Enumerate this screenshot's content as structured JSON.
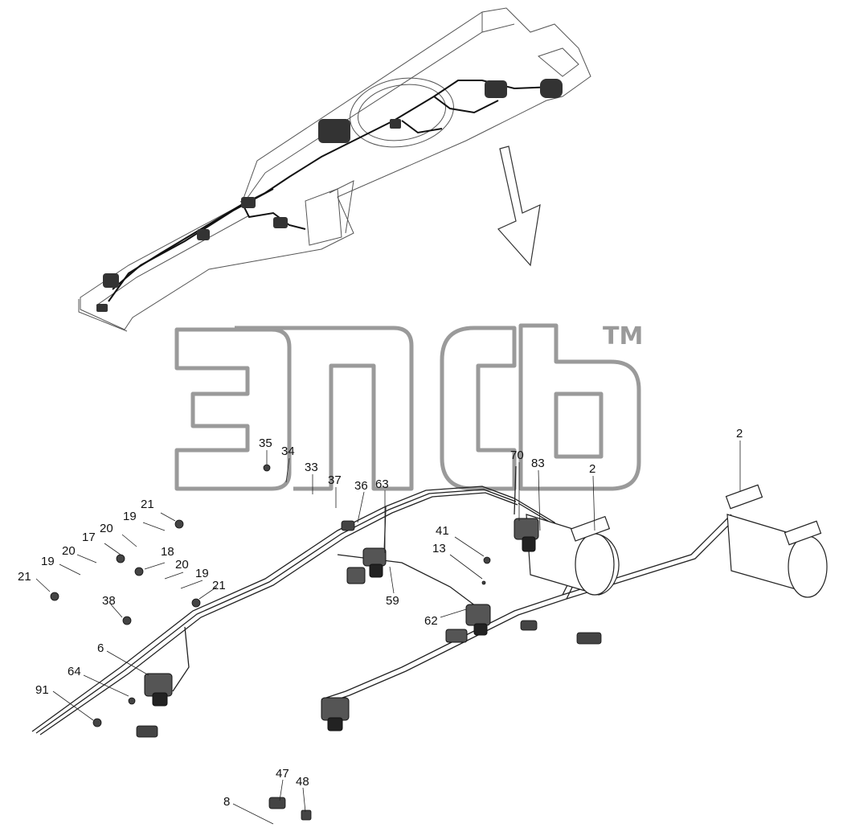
{
  "watermark": {
    "mark": "TM"
  },
  "callouts": [
    {
      "id": "c-35",
      "text": "35"
    },
    {
      "id": "c-34",
      "text": "34"
    },
    {
      "id": "c-33",
      "text": "33"
    },
    {
      "id": "c-37",
      "text": "37"
    },
    {
      "id": "c-36",
      "text": "36"
    },
    {
      "id": "c-63",
      "text": "63"
    },
    {
      "id": "c-70",
      "text": "70"
    },
    {
      "id": "c-83",
      "text": "83"
    },
    {
      "id": "c-2a",
      "text": "2"
    },
    {
      "id": "c-2b",
      "text": "2"
    },
    {
      "id": "c-41",
      "text": "41"
    },
    {
      "id": "c-13",
      "text": "13"
    },
    {
      "id": "c-21a",
      "text": "21"
    },
    {
      "id": "c-19a",
      "text": "19"
    },
    {
      "id": "c-20a",
      "text": "20"
    },
    {
      "id": "c-17",
      "text": "17"
    },
    {
      "id": "c-18",
      "text": "18"
    },
    {
      "id": "c-19b",
      "text": "19"
    },
    {
      "id": "c-20b",
      "text": "20"
    },
    {
      "id": "c-21b",
      "text": "21"
    },
    {
      "id": "c-20c",
      "text": "20"
    },
    {
      "id": "c-19c",
      "text": "19"
    },
    {
      "id": "c-21c",
      "text": "21"
    },
    {
      "id": "c-38",
      "text": "38"
    },
    {
      "id": "c-59",
      "text": "59"
    },
    {
      "id": "c-62",
      "text": "62"
    },
    {
      "id": "c-6",
      "text": "6"
    },
    {
      "id": "c-64",
      "text": "64"
    },
    {
      "id": "c-91",
      "text": "91"
    },
    {
      "id": "c-47",
      "text": "47"
    },
    {
      "id": "c-48",
      "text": "48"
    },
    {
      "id": "c-8",
      "text": "8"
    }
  ]
}
